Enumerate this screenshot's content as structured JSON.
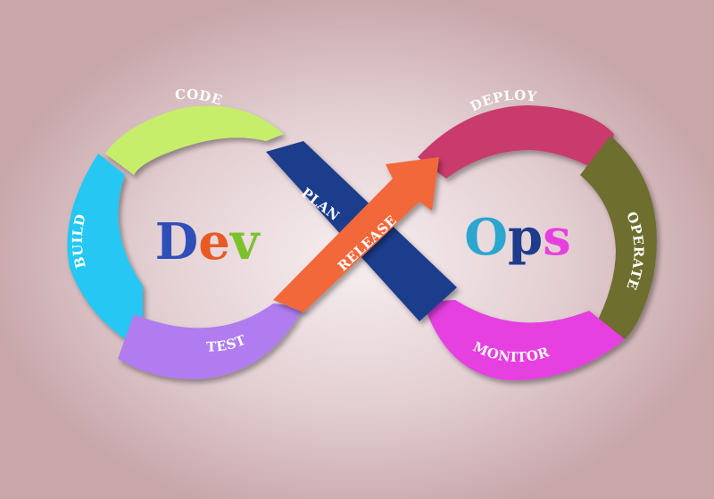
{
  "diagram": {
    "segments": {
      "code": {
        "label": "CODE",
        "color": "#c6ee6a"
      },
      "build": {
        "label": "BUILD",
        "color": "#27c7f2"
      },
      "test": {
        "label": "TEST",
        "color": "#b07cf0"
      },
      "plan": {
        "label": "PLAN",
        "color": "#1f3c8c"
      },
      "release": {
        "label": "RELEASE",
        "color": "#f2683a"
      },
      "deploy": {
        "label": "DEPLOY",
        "color": "#c83a6c"
      },
      "operate": {
        "label": "OPERATE",
        "color": "#6e6e2e"
      },
      "monitor": {
        "label": "MONITOR",
        "color": "#e63fe0"
      }
    },
    "dev_word": {
      "letters": [
        {
          "char": "D",
          "color": "#2e4eb8"
        },
        {
          "char": "e",
          "color": "#e85a24"
        },
        {
          "char": "v",
          "color": "#7cc22c"
        }
      ]
    },
    "ops_word": {
      "letters": [
        {
          "char": "O",
          "color": "#2aa6cf"
        },
        {
          "char": "p",
          "color": "#1f3c8c"
        },
        {
          "char": "s",
          "color": "#e63fe0"
        }
      ]
    }
  }
}
